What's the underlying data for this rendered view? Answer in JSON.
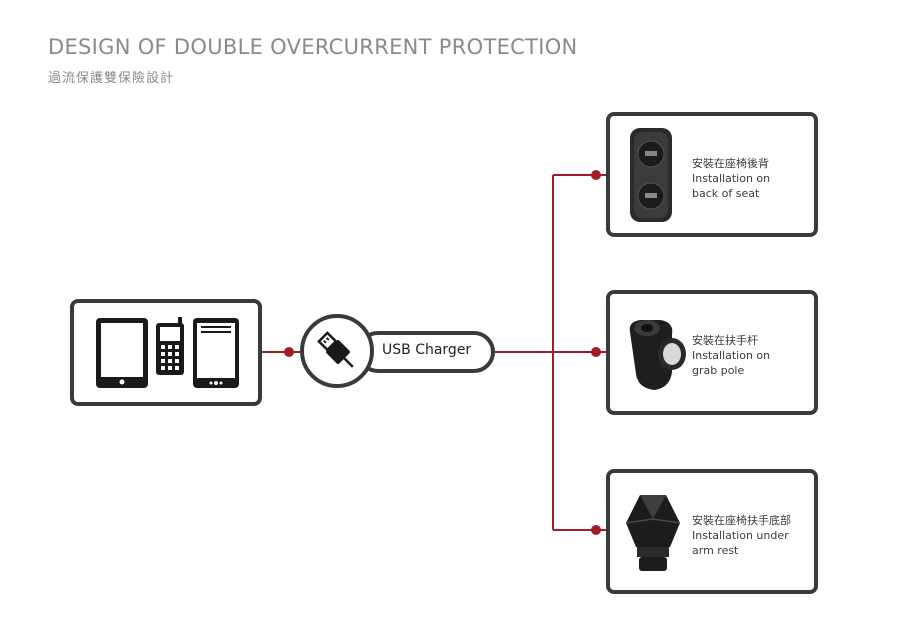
{
  "header": {
    "title": "DESIGN OF DOUBLE OVERCURRENT PROTECTION",
    "subtitle": "過流保護雙保險設計"
  },
  "colors": {
    "connector": "#a01c2a",
    "border": "#3a3a3a",
    "text": "#8a8a8a"
  },
  "devices": {
    "icons": [
      "tablet-icon",
      "feature-phone-icon",
      "smartphone-icon"
    ]
  },
  "charger": {
    "icon": "usb-plug-icon",
    "label": "USB Charger"
  },
  "installations": [
    {
      "icon": "seat-back-socket-icon",
      "label_zh": "安裝在座椅後背",
      "label_en_line1": "Installation on",
      "label_en_line2": "back of seat"
    },
    {
      "icon": "grab-pole-charger-icon",
      "label_zh": "安裝在扶手杆",
      "label_en_line1": "Installation on",
      "label_en_line2": "grab pole"
    },
    {
      "icon": "armrest-charger-icon",
      "label_zh": "安裝在座椅扶手底部",
      "label_en_line1": "Installation under",
      "label_en_line2": "arm rest"
    }
  ]
}
